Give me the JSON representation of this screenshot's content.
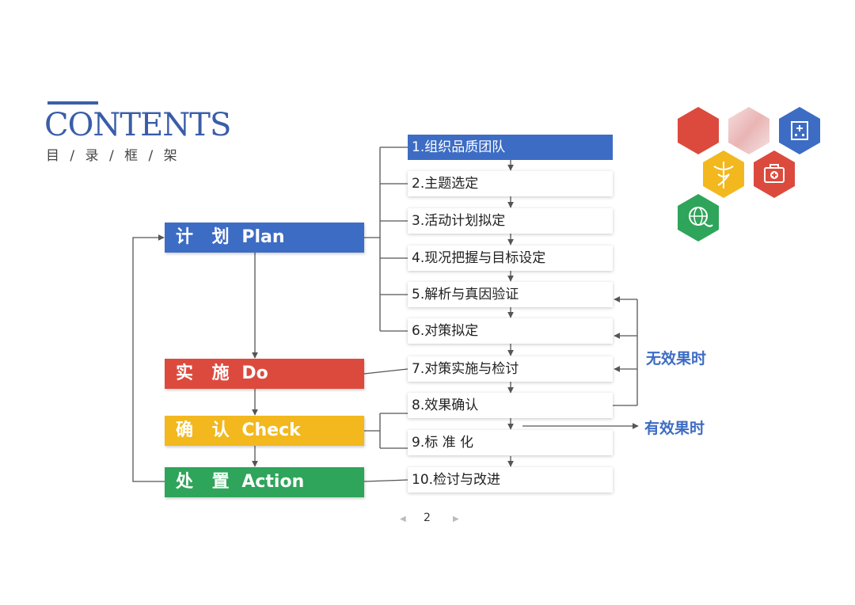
{
  "header": {
    "title": "CONTENTS",
    "subtitle": "目 / 录 / 框 / 架"
  },
  "phases": [
    {
      "zh": "计 划",
      "en": "Plan",
      "color": "#3d6cc4"
    },
    {
      "zh": "实 施",
      "en": "Do",
      "color": "#dc4a3d"
    },
    {
      "zh": "确 认",
      "en": "Check",
      "color": "#f2b81d"
    },
    {
      "zh": "处 置",
      "en": "Action",
      "color": "#2ea55a"
    }
  ],
  "steps": [
    "1.组织品质团队",
    "2.主题选定",
    "3.活动计划拟定",
    "4.现况把握与目标设定",
    "5.解析与真因验证",
    "6.对策拟定",
    "7.对策实施与检讨",
    "8.效果确认",
    "9.标 准 化",
    "10.检讨与改进"
  ],
  "labels": {
    "no_effect": "无效果时",
    "effect": "有效果时"
  },
  "pager": {
    "page": "2",
    "prev": "◀",
    "next": "▶"
  },
  "icons": [
    {
      "name": "red-hexagon",
      "color": "#dc4a3d"
    },
    {
      "name": "pink-photo-hexagon",
      "color": "#f0c8c8"
    },
    {
      "name": "hospital-icon",
      "color": "#3d6cc4"
    },
    {
      "name": "caduceus-icon",
      "color": "#f2b81d"
    },
    {
      "name": "first-aid-icon",
      "color": "#dc4a3d"
    },
    {
      "name": "globe-stethoscope-icon",
      "color": "#2ea55a"
    }
  ]
}
